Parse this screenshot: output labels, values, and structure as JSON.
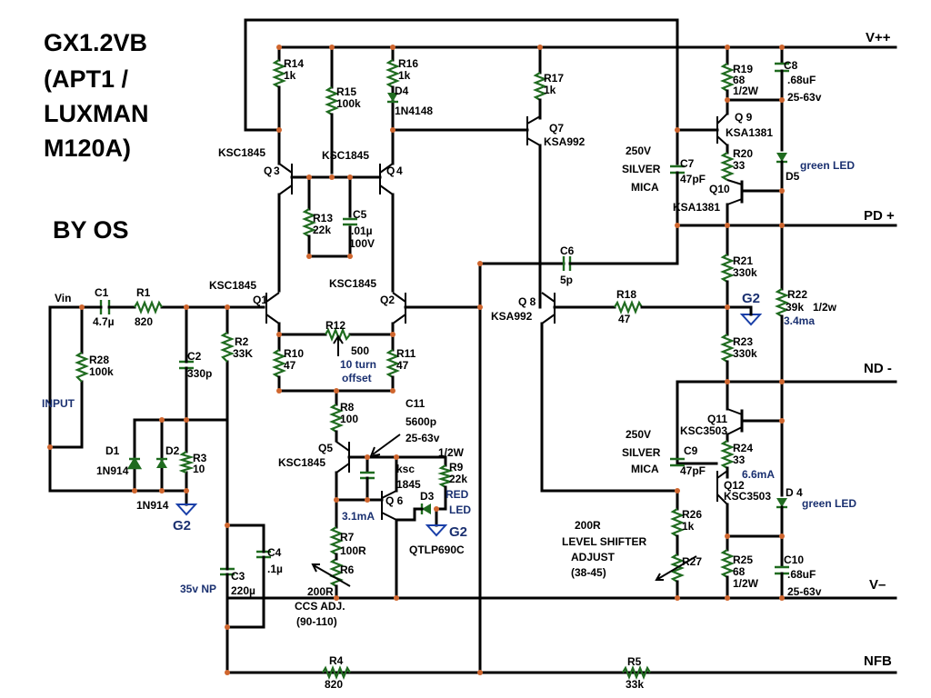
{
  "title": {
    "line1": "GX1.2VB",
    "line2": "(APT1 /",
    "line3": "LUXMAN",
    "line4": "M120A)",
    "author": "BY OS"
  },
  "rails": {
    "vpp": "V++",
    "pdp": "PD +",
    "ndm": "ND -",
    "vm": "V–",
    "nfb": "NFB"
  },
  "labels": {
    "vin": "Vin",
    "input": "INPUT",
    "c1": "C1",
    "c1v": "4.7µ",
    "r1": "R1",
    "r1v": "820",
    "r28": "R28",
    "r28v": "100k",
    "c2": "C2",
    "c2v": "330p",
    "r2": "R2",
    "r2v": "33K",
    "d1": "D1",
    "d1v": "1N914",
    "d2": "D2",
    "d2v": "1N914",
    "r3": "R3",
    "r3v": "10",
    "g2": "G2",
    "c3": "C3",
    "c3v": "220µ",
    "c3n": "35v NP",
    "c4": "C4",
    "c4v": ".1µ",
    "r4": "R4",
    "r4v": "820",
    "r5": "R5",
    "r5v": "33k",
    "q1t": "KSC1845",
    "q1": "Q1",
    "q2t": "KSC1845",
    "q2": "Q2",
    "q3t": "KSC1845",
    "q3": "Q",
    "q3n": "3",
    "q4t": "KSC1845",
    "q4": "Q",
    "q4n": "4",
    "r14": "R14",
    "r14v": "1k",
    "r15": "R15",
    "r15v": "100k",
    "r16": "R16",
    "r16v": "1k",
    "d4a": "D4",
    "d4av": "1N4148",
    "r13": "R13",
    "r13v": "22k",
    "c5": "C5",
    "c5v": ".01µ",
    "c5w": "100V",
    "r12": "R12",
    "r12v": "500",
    "r12a": "10 turn",
    "r12b": "offset",
    "r10": "R10",
    "r10v": "47",
    "r11": "R11",
    "r11v": "47",
    "r8": "R8",
    "r8v": "100",
    "c11": "C11",
    "c11v": "5600p",
    "c11w": "25-63v",
    "q5t": "KSC1845",
    "q5": "Q5",
    "q6": "Q 6",
    "q6t": "ksc",
    "q6n": "1845",
    "r9w": "1/2W",
    "r9": "R9",
    "r9v": "22k",
    "d3": "D3",
    "d3a": "RED",
    "d3b": "LED",
    "qtlp": "QTLP690C",
    "i31": "3.1mA",
    "r7": "R7",
    "r7v": "100R",
    "r6": "R6",
    "r6a": "200R",
    "r6b": "CCS ADJ.",
    "r6c": "(90-110)",
    "r17": "R17",
    "r17v": "1k",
    "q7": "Q7",
    "q7t": "KSA992",
    "c6": "C6",
    "c6v": "5p",
    "q8": "Q 8",
    "q8t": "KSA992",
    "r18": "R18",
    "r18v": "47",
    "c7a": "250V",
    "c7b": "SILVER",
    "c7c": "MICA",
    "c7": "C7",
    "c7v": "47pF",
    "c9a": "250V",
    "c9b": "SILVER",
    "c9c": "MICA",
    "c9": "C9",
    "c9v": "47pF",
    "r26": "R26",
    "r26v": "1k",
    "r27": "R27",
    "r27a": "200R",
    "r27b": "LEVEL SHIFTER",
    "r27c": "ADJUST",
    "r27d": "(38-45)",
    "r19": "R19",
    "r19v": "68",
    "r19w": "1/2W",
    "q9": "Q 9",
    "q9t": "KSA1381",
    "r20": "R20",
    "r20v": "33",
    "q10": "Q10",
    "q10t": "KSA1381",
    "r21": "R21",
    "r21v": "330k",
    "r23": "R23",
    "r23v": "330k",
    "q11": "Q11",
    "q11t": "KSC3503",
    "r24": "R24",
    "r24v": "33",
    "i66": "6.6mA",
    "q12": "Q12",
    "q12t": "KSC3503",
    "r25": "R25",
    "r25v": "68",
    "r25w": "1/2W",
    "c8": "C8",
    "c8v": ".68uF",
    "c8w": "25-63v",
    "c10": "C10",
    "c10v": ".68uF",
    "c10w": "25-63v",
    "d5": "D5",
    "d5t": "green LED",
    "d4b": "D 4",
    "d4bt": "green LED",
    "r22": "R22",
    "r22v": "39k",
    "r22w": "1/2w",
    "i34": "3.4ma"
  }
}
